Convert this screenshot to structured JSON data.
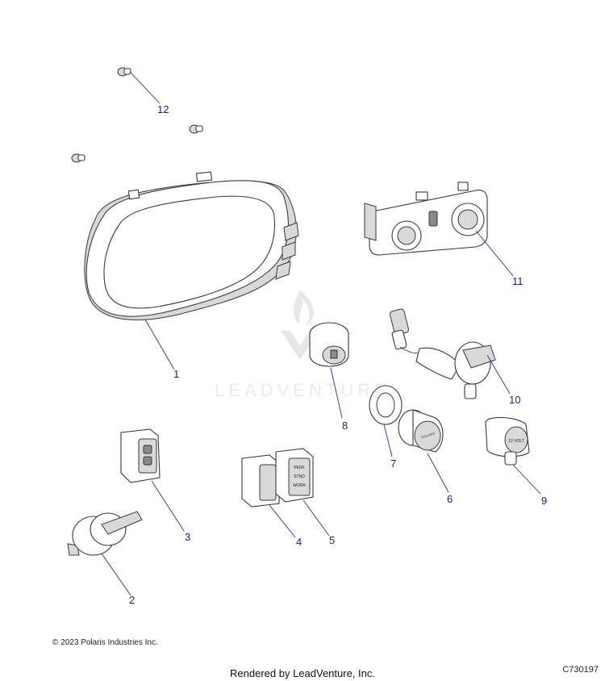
{
  "callouts": {
    "c1": "1",
    "c2": "2",
    "c3": "3",
    "c4": "4",
    "c5": "5",
    "c6": "6",
    "c7": "7",
    "c8": "8",
    "c9": "9",
    "c10": "10",
    "c11": "11",
    "c12": "12"
  },
  "switch_labels": {
    "line1": "PERF",
    "line2": "STND",
    "line3": "WORK"
  },
  "outlet_label": "12 VOLT",
  "brand_label": "POLARIS",
  "watermark": "LEADVENTURE",
  "footer": {
    "copyright": "© 2023 Polaris Industries Inc.",
    "rendered": "Rendered by LeadVenture, Inc.",
    "code": "C730197"
  },
  "colors": {
    "callout": "#1a1aa6",
    "watermark": "#c8c8c8"
  }
}
